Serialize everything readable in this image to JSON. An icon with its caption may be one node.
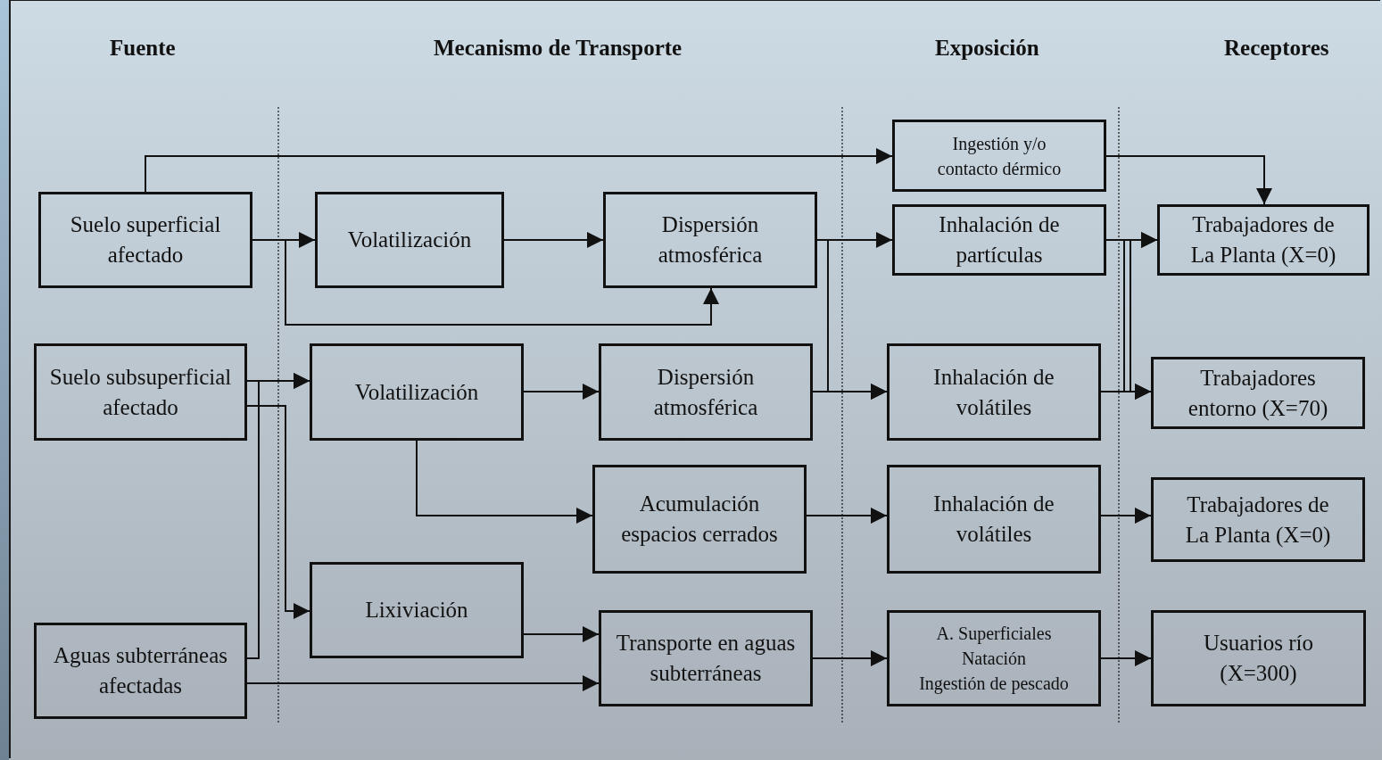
{
  "diagram": {
    "nodes": [
      {
        "text": [
          "Suelo superficial afectado"
        ]
      },
      {
        "text": [
          "Suelo subsuperficial afectado"
        ]
      },
      {
        "text": [
          "Aguas subterráneas afectadas"
        ]
      },
      {
        "text": [
          "Volatilización"
        ]
      },
      {
        "text": [
          "Dispersión atmosférica"
        ]
      },
      {
        "text": [
          "Volatilización"
        ]
      },
      {
        "text": [
          "Dispersión atmosférica"
        ]
      },
      {
        "text": [
          "Acumulación espacios cerrados"
        ]
      },
      {
        "text": [
          "Lixiviación"
        ]
      },
      {
        "text": [
          "Transporte en aguas subterráneas"
        ]
      },
      {
        "text": [
          "Ingestión y/o contacto dérmico"
        ]
      },
      {
        "text": [
          "Inhalación de partículas"
        ]
      },
      {
        "text": [
          "Inhalación de volátiles"
        ]
      },
      {
        "text": [
          "Inhalación de volátiles"
        ]
      },
      {
        "text": [
          "A. Superficiales",
          "Natación",
          "Ingestión de pescado"
        ]
      },
      {
        "text": [
          "Trabajadores de La Planta (X=0)"
        ]
      },
      {
        "text": [
          "Trabajadores entorno (X=70)"
        ]
      },
      {
        "text": [
          "Trabajadores de La Planta (X=0)"
        ]
      },
      {
        "text": [
          "Usuarios río (X=300)"
        ]
      }
    ],
    "edges": [
      {
        "from": 0,
        "to": 10,
        "arrow": "to"
      },
      {
        "from": 0,
        "to": 3,
        "arrow": "to"
      },
      {
        "from": 0,
        "to": 4,
        "arrow": "to"
      },
      {
        "from": 3,
        "to": 4,
        "arrow": "to"
      },
      {
        "from": 1,
        "to": 5,
        "arrow": "to"
      },
      {
        "from": 1,
        "to": 8,
        "arrow": "to"
      },
      {
        "from": 2,
        "to": 5,
        "arrow": "to"
      },
      {
        "from": 2,
        "to": 9,
        "arrow": "to"
      },
      {
        "from": 5,
        "to": 6,
        "arrow": "to"
      },
      {
        "from": 5,
        "to": 7,
        "arrow": "to"
      },
      {
        "from": 8,
        "to": 9,
        "arrow": "to"
      },
      {
        "from": 4,
        "to": 11,
        "arrow": "to"
      },
      {
        "from": 4,
        "to": 12,
        "arrow": "to"
      },
      {
        "from": 6,
        "to": 12,
        "arrow": "to"
      },
      {
        "from": 10,
        "to": 15,
        "arrow": "to"
      },
      {
        "from": 11,
        "to": 15,
        "arrow": "to"
      },
      {
        "from": 11,
        "to": 16,
        "arrow": "to"
      },
      {
        "from": 12,
        "to": 16,
        "arrow": "to"
      },
      {
        "from": 12,
        "to": 15,
        "arrow": "to"
      },
      {
        "from": 7,
        "to": 13,
        "arrow": "to"
      },
      {
        "from": 13,
        "to": 17,
        "arrow": "to"
      },
      {
        "from": 9,
        "to": 14,
        "arrow": "to"
      },
      {
        "from": 14,
        "to": 18,
        "arrow": "to"
      }
    ],
    "labels": [
      "Fuente",
      "Mecanismo de Transporte",
      "Exposición",
      "Receptores"
    ]
  }
}
